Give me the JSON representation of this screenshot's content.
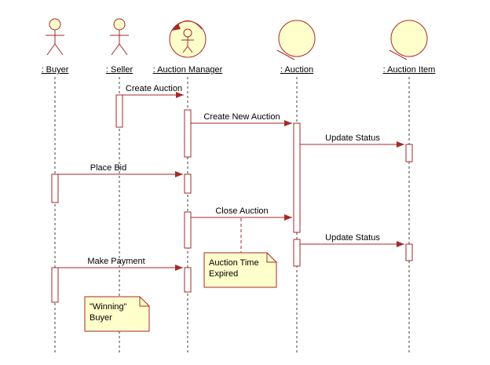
{
  "diagram": {
    "type": "uml-sequence-diagram",
    "colors": {
      "accent": "#A52A2A",
      "icon_fill": "#FFFFCC",
      "note_fill": "#FFFFCC",
      "lifeline": "#404040",
      "background": "#FFFFFF"
    },
    "actors": [
      {
        "label": ": Buyer",
        "kind": "actor"
      },
      {
        "label": ": Seller",
        "kind": "actor"
      },
      {
        "label": ": Auction Manager",
        "kind": "control-actor"
      },
      {
        "label": ": Auction",
        "kind": "entity-instance"
      },
      {
        "label": ": Auction Item",
        "kind": "entity-instance"
      }
    ],
    "messages": [
      {
        "label": "Create Auction",
        "from": ": Seller",
        "to": ": Auction Manager"
      },
      {
        "label": "Create New Auction",
        "from": ": Auction Manager",
        "to": ": Auction"
      },
      {
        "label": "Update Status",
        "from": ": Auction",
        "to": ": Auction Item"
      },
      {
        "label": "Place Bid",
        "from": ": Buyer",
        "to": ": Auction Manager"
      },
      {
        "label": "Close Auction",
        "from": ": Auction Manager",
        "to": ": Auction"
      },
      {
        "label": "Update Status",
        "from": ": Auction",
        "to": ": Auction Item"
      },
      {
        "label": "Make Payment",
        "from": ": Buyer",
        "to": ": Auction Manager"
      }
    ],
    "notes": [
      {
        "lines": [
          "Auction Time",
          "Expired"
        ],
        "attached_to": "Close Auction"
      },
      {
        "lines": [
          "\"Winning\"",
          "Buyer"
        ]
      }
    ]
  }
}
